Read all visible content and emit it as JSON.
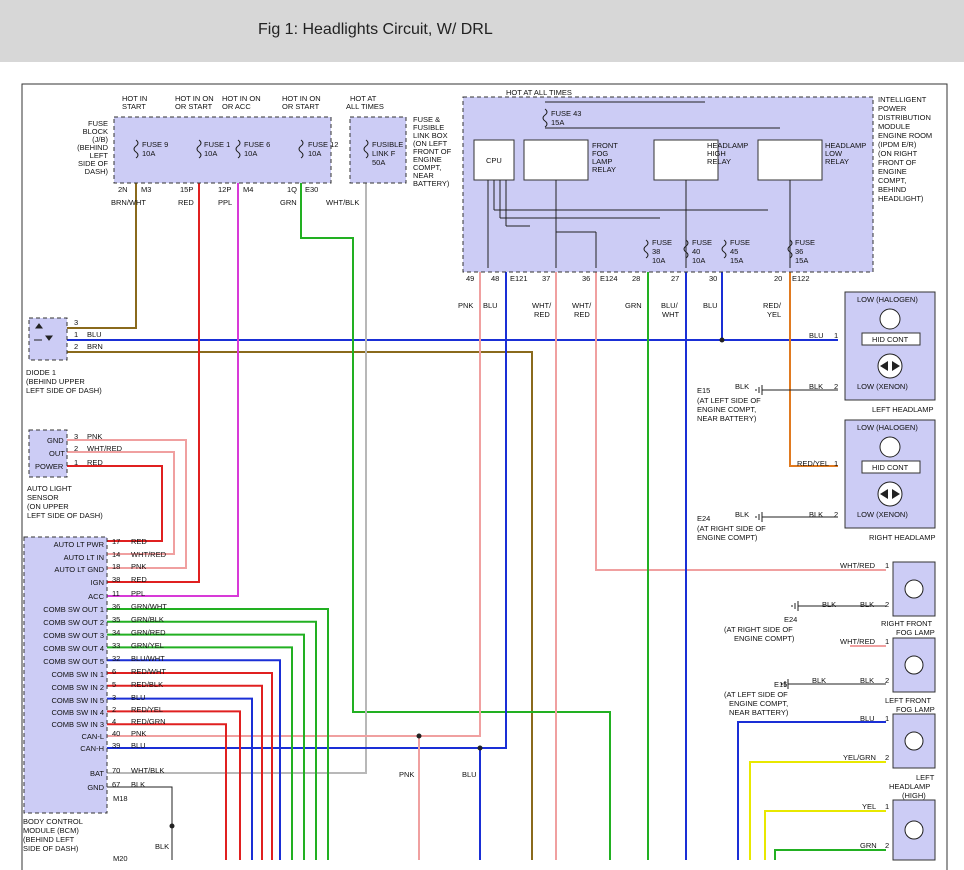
{
  "title": "Fig 1: Headlights Circuit, W/ DRL",
  "colors": {
    "background": "#ffffff",
    "header_bg": "#d7d7d7",
    "module_fill": "#ccccf5",
    "wire_blue": "#1a2fd6",
    "wire_brown": "#8a6a1c",
    "wire_green": "#22b022",
    "wire_red": "#e02020",
    "wire_purple": "#d83ad8",
    "wire_pink": "#f0a0a0",
    "wire_orange": "#e07a20",
    "wire_yellow": "#e8e800",
    "wire_gray": "#b8b8b8"
  },
  "fuse_block": {
    "label": [
      "FUSE",
      "BLOCK",
      "(J/B)",
      "(BEHIND",
      "LEFT",
      "SIDE OF",
      "DASH)"
    ],
    "hot_labels": [
      [
        "HOT IN",
        "START"
      ],
      [
        "HOT IN ON",
        "OR START"
      ],
      [
        "HOT IN ON",
        "OR ACC"
      ],
      [
        "HOT IN ON",
        "OR START"
      ]
    ],
    "fuses": [
      {
        "name": "FUSE 9",
        "amps": "10A",
        "pin": "2N",
        "conn": "M3",
        "wire": "BRN/WHT"
      },
      {
        "name": "FUSE 1",
        "amps": "10A",
        "pin": "15P",
        "conn": "",
        "wire": "RED"
      },
      {
        "name": "FUSE 6",
        "amps": "10A",
        "pin": "12P",
        "conn": "M4",
        "wire": "PPL"
      },
      {
        "name": "FUSE 12",
        "amps": "10A",
        "pin": "1Q",
        "conn": "E30",
        "wire": "GRN"
      }
    ]
  },
  "fusible_link": {
    "hot": [
      "HOT AT",
      "ALL TIMES"
    ],
    "name": [
      "FUSIBLE",
      "LINK F"
    ],
    "amps": "50A",
    "wire": "WHT/BLK",
    "label": [
      "FUSE &",
      "FUSIBLE",
      "LINK BOX",
      "(ON LEFT",
      "FRONT OF",
      "ENGINE",
      "COMPT,",
      "NEAR",
      "BATTERY)"
    ]
  },
  "ipdm": {
    "hot": "HOT AT ALL TIMES",
    "fuse43": [
      "FUSE 43",
      "15A"
    ],
    "cpu": "CPU",
    "relays": [
      [
        "FRONT",
        "FOG",
        "LAMP",
        "RELAY"
      ],
      [
        "HEADLAMP",
        "HIGH",
        "RELAY"
      ],
      [
        "HEADLAMP",
        "LOW",
        "RELAY"
      ]
    ],
    "fuses": [
      [
        "FUSE",
        "38",
        "10A"
      ],
      [
        "FUSE",
        "40",
        "10A"
      ],
      [
        "FUSE",
        "45",
        "15A"
      ],
      [
        "FUSE",
        "36",
        "15A"
      ]
    ],
    "label": [
      "INTELLIGENT",
      "POWER",
      "DISTRIBUTION",
      "MODULE",
      "ENGINE ROOM",
      "(IPDM E/R)",
      "(ON RIGHT",
      "FRONT OF",
      "ENGINE",
      "COMPT,",
      "BEHIND",
      "HEADLIGHT)"
    ],
    "pins": [
      "49",
      "48",
      "E121",
      "37",
      "36",
      "E124",
      "28",
      "27",
      "30",
      "20",
      "E122"
    ],
    "wires": [
      "PNK",
      "BLU",
      "WHT/",
      "RED",
      "WHT/",
      "RED",
      "GRN",
      "BLU/",
      "WHT",
      "BLU",
      "RED/",
      "YEL"
    ]
  },
  "diode": {
    "pins": [
      "3",
      "1",
      "2"
    ],
    "wires": [
      "BLU",
      "BRN"
    ],
    "label": [
      "DIODE 1",
      "(BEHIND UPPER",
      "LEFT SIDE OF DASH)"
    ]
  },
  "sensor": {
    "terminals": [
      "GND",
      "OUT",
      "POWER"
    ],
    "pins": [
      "3",
      "2",
      "1"
    ],
    "wires": [
      "PNK",
      "WHT/RED",
      "RED"
    ],
    "label": [
      "AUTO LIGHT",
      "SENSOR",
      "(ON UPPER",
      "LEFT SIDE OF DASH)"
    ]
  },
  "bcm": {
    "terminals": [
      "AUTO LT PWR",
      "AUTO LT IN",
      "AUTO LT GND",
      "IGN",
      "ACC",
      "COMB SW OUT 1",
      "COMB SW OUT 2",
      "COMB SW OUT 3",
      "COMB SW OUT 4",
      "COMB SW OUT 5",
      "COMB SW IN 1",
      "COMB SW IN 2",
      "COMB SW IN 5",
      "COMB SW IN 4",
      "COMB SW IN 3",
      "CAN-L",
      "CAN-H",
      "BAT",
      "GND"
    ],
    "pins": [
      "17",
      "14",
      "18",
      "38",
      "11",
      "36",
      "35",
      "34",
      "33",
      "32",
      "6",
      "5",
      "3",
      "2",
      "4",
      "40",
      "39",
      "70",
      "67"
    ],
    "wires": [
      "RED",
      "WHT/RED",
      "PNK",
      "RED",
      "PPL",
      "GRN/WHT",
      "GRN/BLK",
      "GRN/RED",
      "GRN/YEL",
      "BLU/WHT",
      "RED/WHT",
      "RED/BLK",
      "BLU",
      "RED/YEL",
      "RED/GRN",
      "PNK",
      "BLU",
      "WHT/BLK",
      "BLK"
    ],
    "conn1": "M18",
    "conn2": "M20",
    "label": [
      "BODY CONTROL",
      "MODULE (BCM)",
      "(BEHIND LEFT",
      "SIDE OF DASH)"
    ],
    "bottom_wires": [
      "PNK",
      "BLU",
      "BLK"
    ]
  },
  "left_headlamp": {
    "top": "LOW  (HALOGEN)",
    "hid": "HID CONT",
    "bottom": "LOW  (XENON)",
    "pins": [
      "1",
      "2"
    ],
    "wires": [
      "BLU",
      "BLK"
    ],
    "label": "LEFT HEADLAMP",
    "ground": "E15",
    "gnd_wire": "BLK",
    "gnd_label": [
      "(AT LEFT SIDE OF",
      "ENGINE COMPT,",
      "NEAR BATTERY)"
    ]
  },
  "right_headlamp": {
    "top": "LOW  (HALOGEN)",
    "hid": "HID CONT",
    "bottom": "LOW  (XENON)",
    "pins": [
      "1",
      "2"
    ],
    "wires": [
      "RED/YEL",
      "BLK"
    ],
    "label": "RIGHT HEADLAMP",
    "ground": "E24",
    "gnd_wire": "BLK",
    "gnd_label": [
      "(AT RIGHT SIDE OF",
      "ENGINE COMPT)"
    ]
  },
  "right_fog": {
    "pins": [
      "1",
      "2"
    ],
    "wire": "WHT/RED",
    "gnd_wire": "BLK",
    "ground": "E24",
    "gnd_label": [
      "(AT RIGHT SIDE OF",
      "ENGINE COMPT)"
    ],
    "label": [
      "RIGHT FRONT",
      "FOG LAMP"
    ]
  },
  "left_fog": {
    "pins": [
      "1",
      "2"
    ],
    "wire": "WHT/RED",
    "gnd_wire": "BLK",
    "ground": "E15",
    "gnd_label": [
      "(AT LEFT SIDE OF",
      "ENGINE COMPT,",
      "NEAR BATTERY)"
    ],
    "label": [
      "LEFT FRONT",
      "FOG LAMP"
    ]
  },
  "left_high": {
    "pins": [
      "1",
      "2"
    ],
    "wires": [
      "BLU",
      "YEL/GRN"
    ],
    "label": [
      "LEFT",
      "HEADLAMP",
      "(HIGH)"
    ]
  },
  "bottom_lamp": {
    "pins": [
      "1",
      "2"
    ],
    "wires": [
      "YEL",
      "GRN"
    ]
  }
}
